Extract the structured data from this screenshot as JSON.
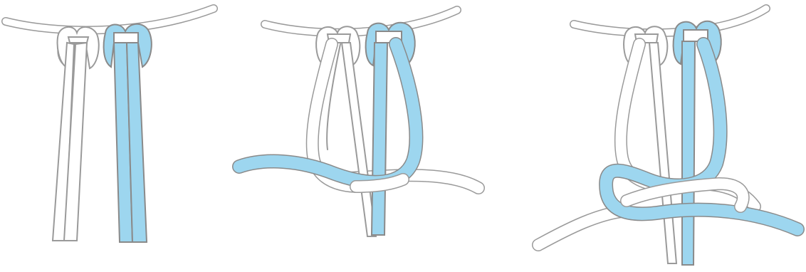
{
  "diagram": {
    "steps": [
      {
        "id": "step-1"
      },
      {
        "id": "step-2"
      },
      {
        "id": "step-3"
      }
    ],
    "colors": {
      "background": "#ffffff",
      "outline": "#9a9a9a",
      "white_cord": "#ffffff",
      "blue_cord": "#9dd6ef",
      "blue_outline": "#8a8a8a"
    }
  }
}
